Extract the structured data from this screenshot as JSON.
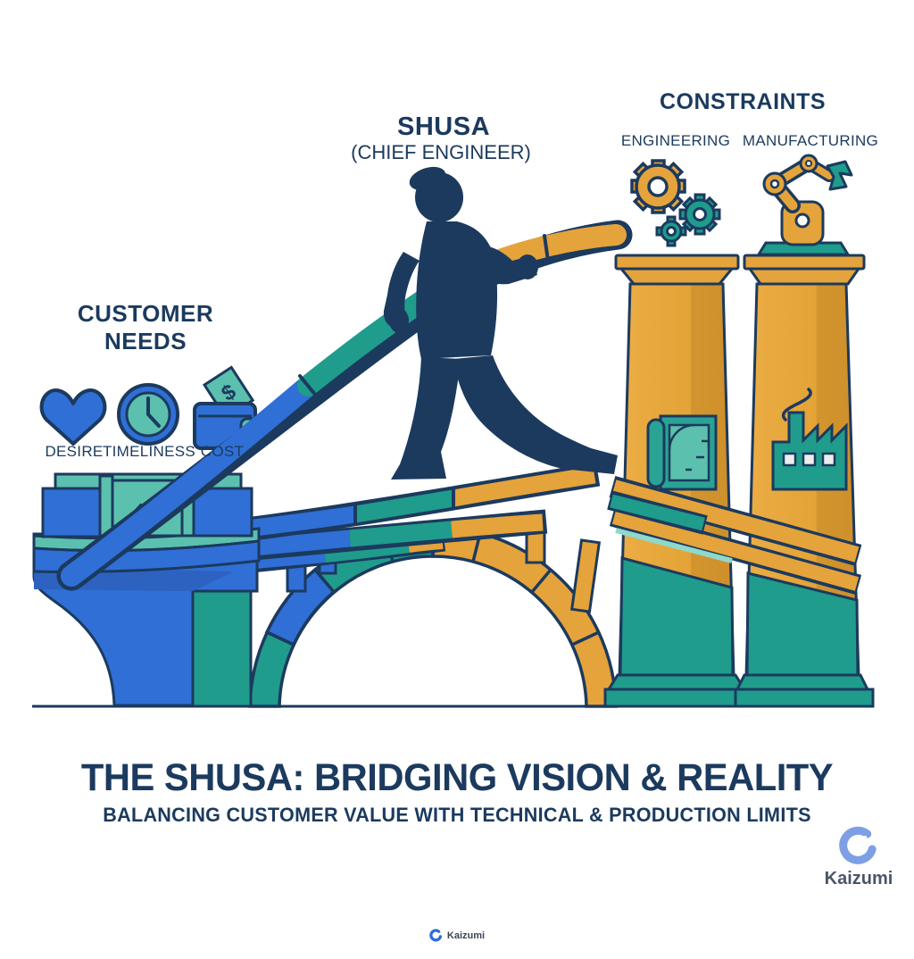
{
  "customer_needs": {
    "heading_line1": "CUSTOMER",
    "heading_line2": "NEEDS",
    "items": [
      {
        "label": "DESIRE",
        "icon": "heart-icon"
      },
      {
        "label": "TIMELINESS",
        "icon": "clock-icon"
      },
      {
        "label": "COST",
        "icon": "wallet-icon"
      }
    ],
    "cost_symbol": "$"
  },
  "shusa": {
    "title": "SHUSA",
    "subtitle": "(CHIEF ENGINEER)"
  },
  "constraints": {
    "heading": "CONSTRAINTS",
    "items": [
      {
        "label": "ENGINEERING",
        "icon": "gears-icon"
      },
      {
        "label": "MANUFACTURING",
        "icon": "robot-arm-icon"
      }
    ]
  },
  "footer": {
    "title": "THE SHUSA: BRIDGING VISION & REALITY",
    "subtitle": "BALANCING CUSTOMER VALUE WITH TECHNICAL & PRODUCTION LIMITS"
  },
  "branding": {
    "logo_text": "Kaizumi",
    "watermark_text": "Kaizumi"
  },
  "colors": {
    "navy": "#1C3A5E",
    "blue": "#2F6FD6",
    "dark_blue": "#2D62C0",
    "teal": "#1F9C8C",
    "light_teal": "#5CC0AE",
    "gold": "#E5A33B",
    "dark_gold": "#CE8F2B",
    "logo_blue": "#7E9FE3",
    "watermark_blue": "#2F6BDE"
  }
}
